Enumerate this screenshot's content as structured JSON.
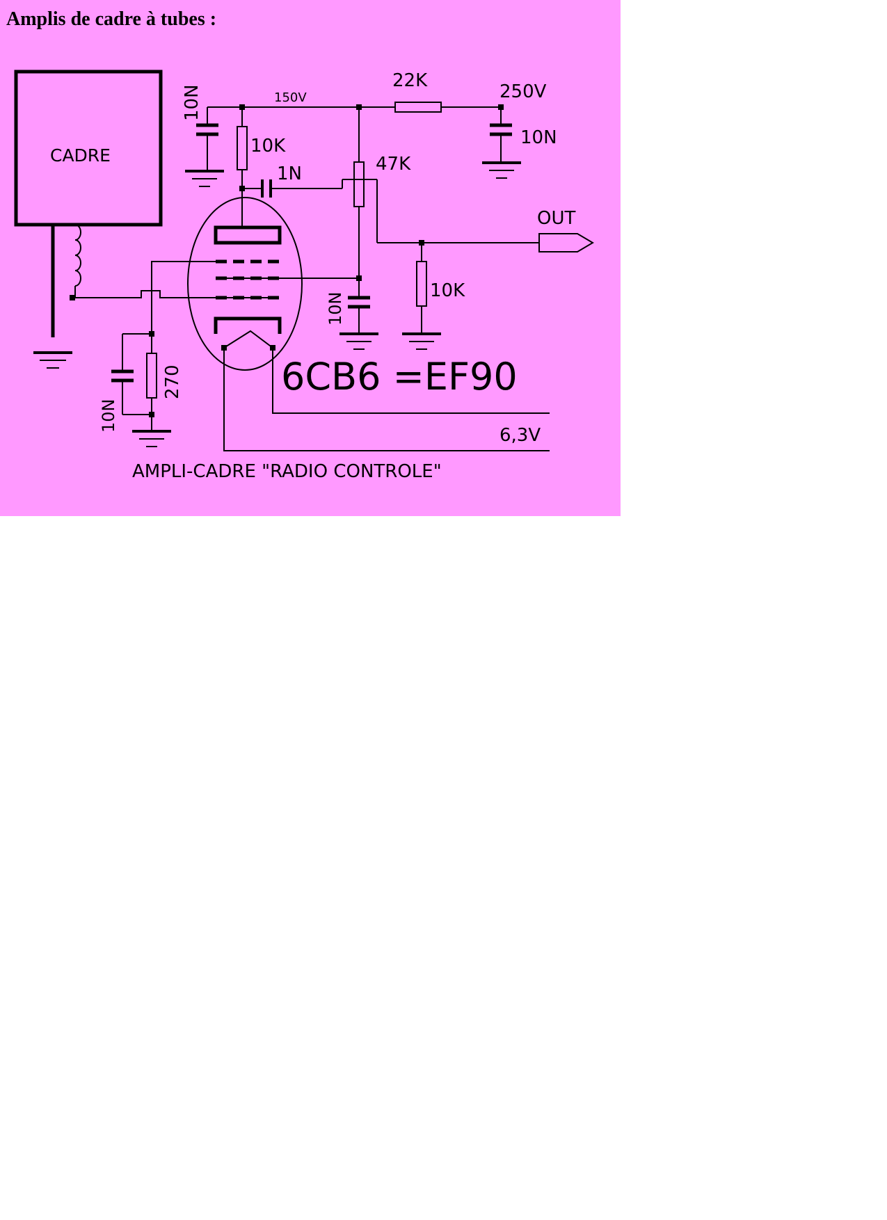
{
  "page": {
    "title": "Amplis de cadre à tubes :",
    "background_color": "#ff99ff",
    "line_color": "#000000"
  },
  "schematic": {
    "frame_label": "CADRE",
    "supply_node": "150V",
    "supply_input": "250V",
    "tube_label": "6CB6 =EF90",
    "heater_label": "6,3V",
    "caption": "AMPLI-CADRE \"RADIO CONTROLE\"",
    "output_label": "OUT",
    "components": {
      "r_series": "22K",
      "c_supply_in": "10N",
      "c_supply_left": "10N",
      "r_plate": "10K",
      "c_coupling": "1N",
      "pot": "47K",
      "c_screen": "10N",
      "r_out": "10K",
      "r_cathode": "270",
      "c_cathode": "10N"
    }
  }
}
